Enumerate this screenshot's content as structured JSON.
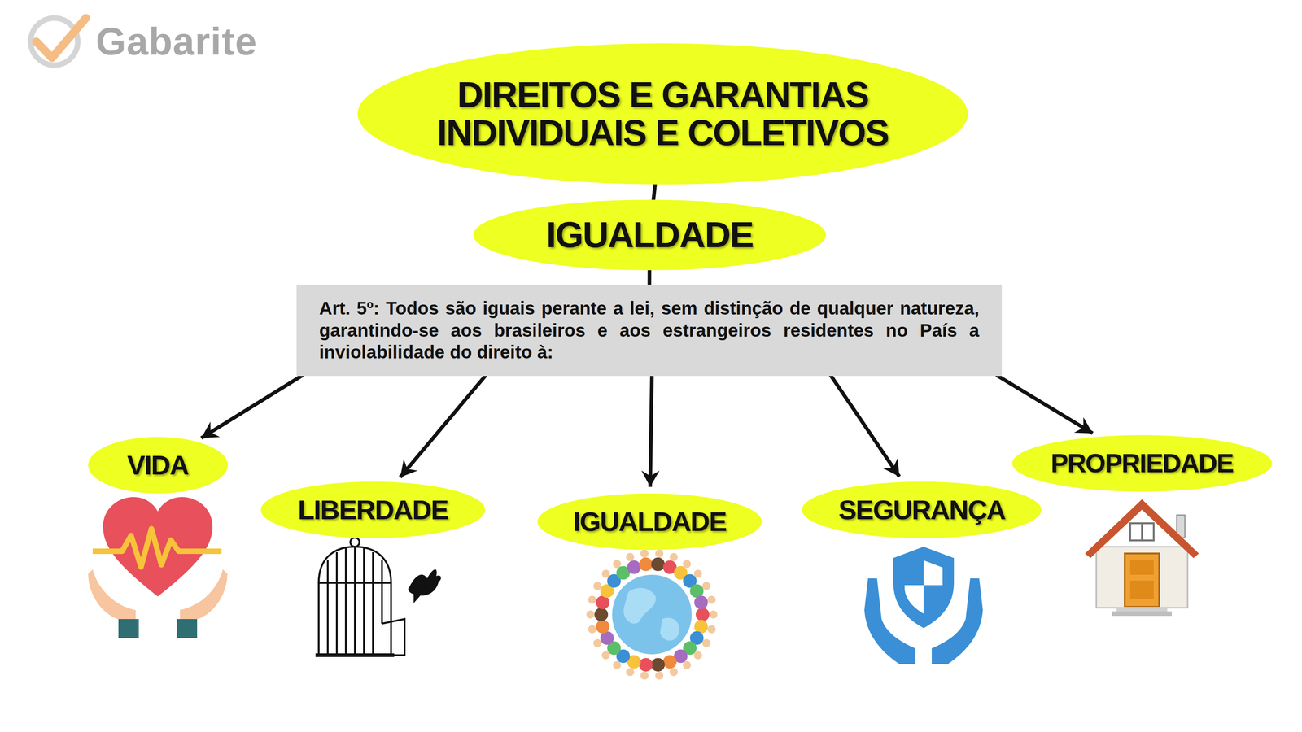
{
  "diagram": {
    "nodes": [
      {
        "text": [
          "DIREITOS E GARANTIAS INDIVIDUAIS E COLETIVOS"
        ]
      },
      {
        "text": [
          "IGUALDADE"
        ]
      },
      {
        "text": [
          "Art. 5º: Todos são iguais perante a lei, sem distinção de qualquer natureza, garantindo-se aos brasileiros e aos estrangeiros residentes no País a inviolabilidade do direito à:"
        ]
      },
      {
        "text": [
          "VIDA"
        ]
      },
      {
        "text": [
          "LIBERDADE"
        ]
      },
      {
        "text": [
          "IGUALDADE"
        ]
      },
      {
        "text": [
          "SEGURANÇA"
        ]
      },
      {
        "text": [
          "PROPRIEDADE"
        ]
      }
    ],
    "edges": [
      {
        "from": 0,
        "to": 1,
        "arrow": "none"
      },
      {
        "from": 1,
        "to": 2,
        "arrow": "none"
      },
      {
        "from": 2,
        "to": 3,
        "arrow": "to"
      },
      {
        "from": 2,
        "to": 4,
        "arrow": "to"
      },
      {
        "from": 2,
        "to": 5,
        "arrow": "to"
      },
      {
        "from": 2,
        "to": 6,
        "arrow": "to"
      },
      {
        "from": 2,
        "to": 7,
        "arrow": "to"
      }
    ],
    "labels": [
      "Gabarite"
    ]
  }
}
